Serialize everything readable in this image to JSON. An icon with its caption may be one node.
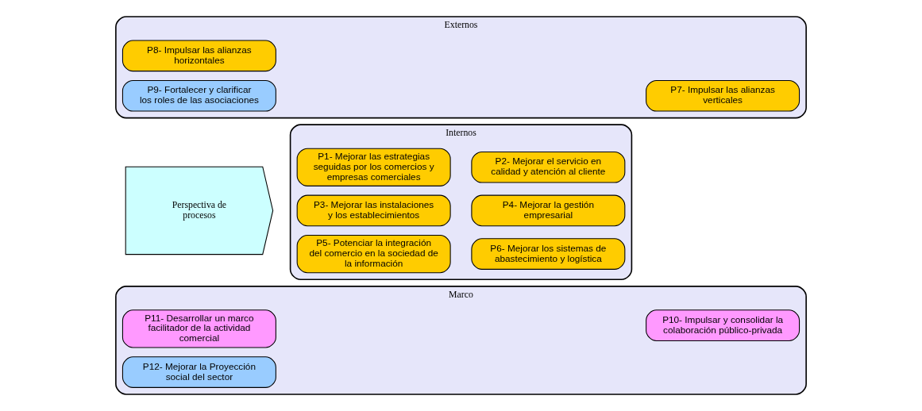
{
  "diagram": {
    "nodes": [
      {
        "text": [
          "Perspectiva de procesos"
        ]
      },
      {
        "text": [
          "Internos"
        ]
      },
      {
        "text": [
          "P1- Mejorar las estrategias seguidas por los comercios y empresas comerciales"
        ],
        "in": 1
      },
      {
        "text": [
          "P2- Mejorar el servicio en calidad y atención al cliente"
        ],
        "in": 1
      },
      {
        "text": [
          "P3- Mejorar las instalaciones y los establecimientos"
        ],
        "in": 1
      },
      {
        "text": [
          "P4- Mejorar la gestión empresarial"
        ],
        "in": 1
      },
      {
        "text": [
          "P5- Potenciar la integración del comercio en la sociedad de la información"
        ],
        "in": 1
      },
      {
        "text": [
          "P6- Mejorar los sistemas de abastecimiento y logística"
        ],
        "in": 1
      },
      {
        "text": [
          "Externos"
        ]
      },
      {
        "text": [
          "P7- Impulsar las alianzas verticales"
        ],
        "in": 8
      },
      {
        "text": [
          "P8- Impulsar las alianzas horizontales"
        ],
        "in": 8
      },
      {
        "text": [
          "P9- Fortalecer y clarificar los roles de las asociaciones"
        ],
        "in": 8
      },
      {
        "text": [
          "Marco"
        ]
      },
      {
        "text": [
          "P10- Impulsar y consolidar la colaboración público-privada"
        ],
        "in": 12
      },
      {
        "text": [
          "P11- Desarrollar un marco facilitador de la actividad comercial"
        ],
        "in": 12
      },
      {
        "text": [
          "P12- Mejorar la Proyección  social del sector"
        ],
        "in": 12
      }
    ],
    "edges": []
  }
}
